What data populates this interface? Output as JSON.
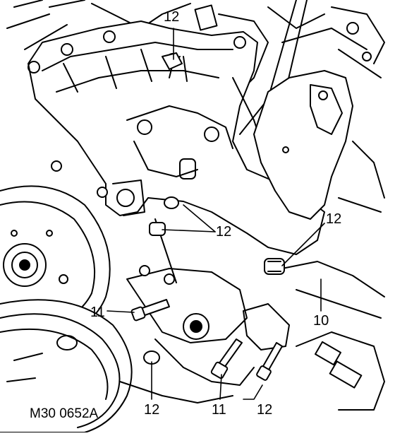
{
  "figure": {
    "code": "M30 0652A",
    "callouts": [
      {
        "id": "c-12-top",
        "text": "12"
      },
      {
        "id": "c-12-mid",
        "text": "12"
      },
      {
        "id": "c-12-right",
        "text": "12"
      },
      {
        "id": "c-10",
        "text": "10"
      },
      {
        "id": "c-11-left",
        "text": "11"
      },
      {
        "id": "c-12-bl",
        "text": "12"
      },
      {
        "id": "c-11-bot",
        "text": "11"
      },
      {
        "id": "c-12-br",
        "text": "12"
      }
    ]
  },
  "colors": {
    "ink": "#000000",
    "paper": "#ffffff"
  }
}
